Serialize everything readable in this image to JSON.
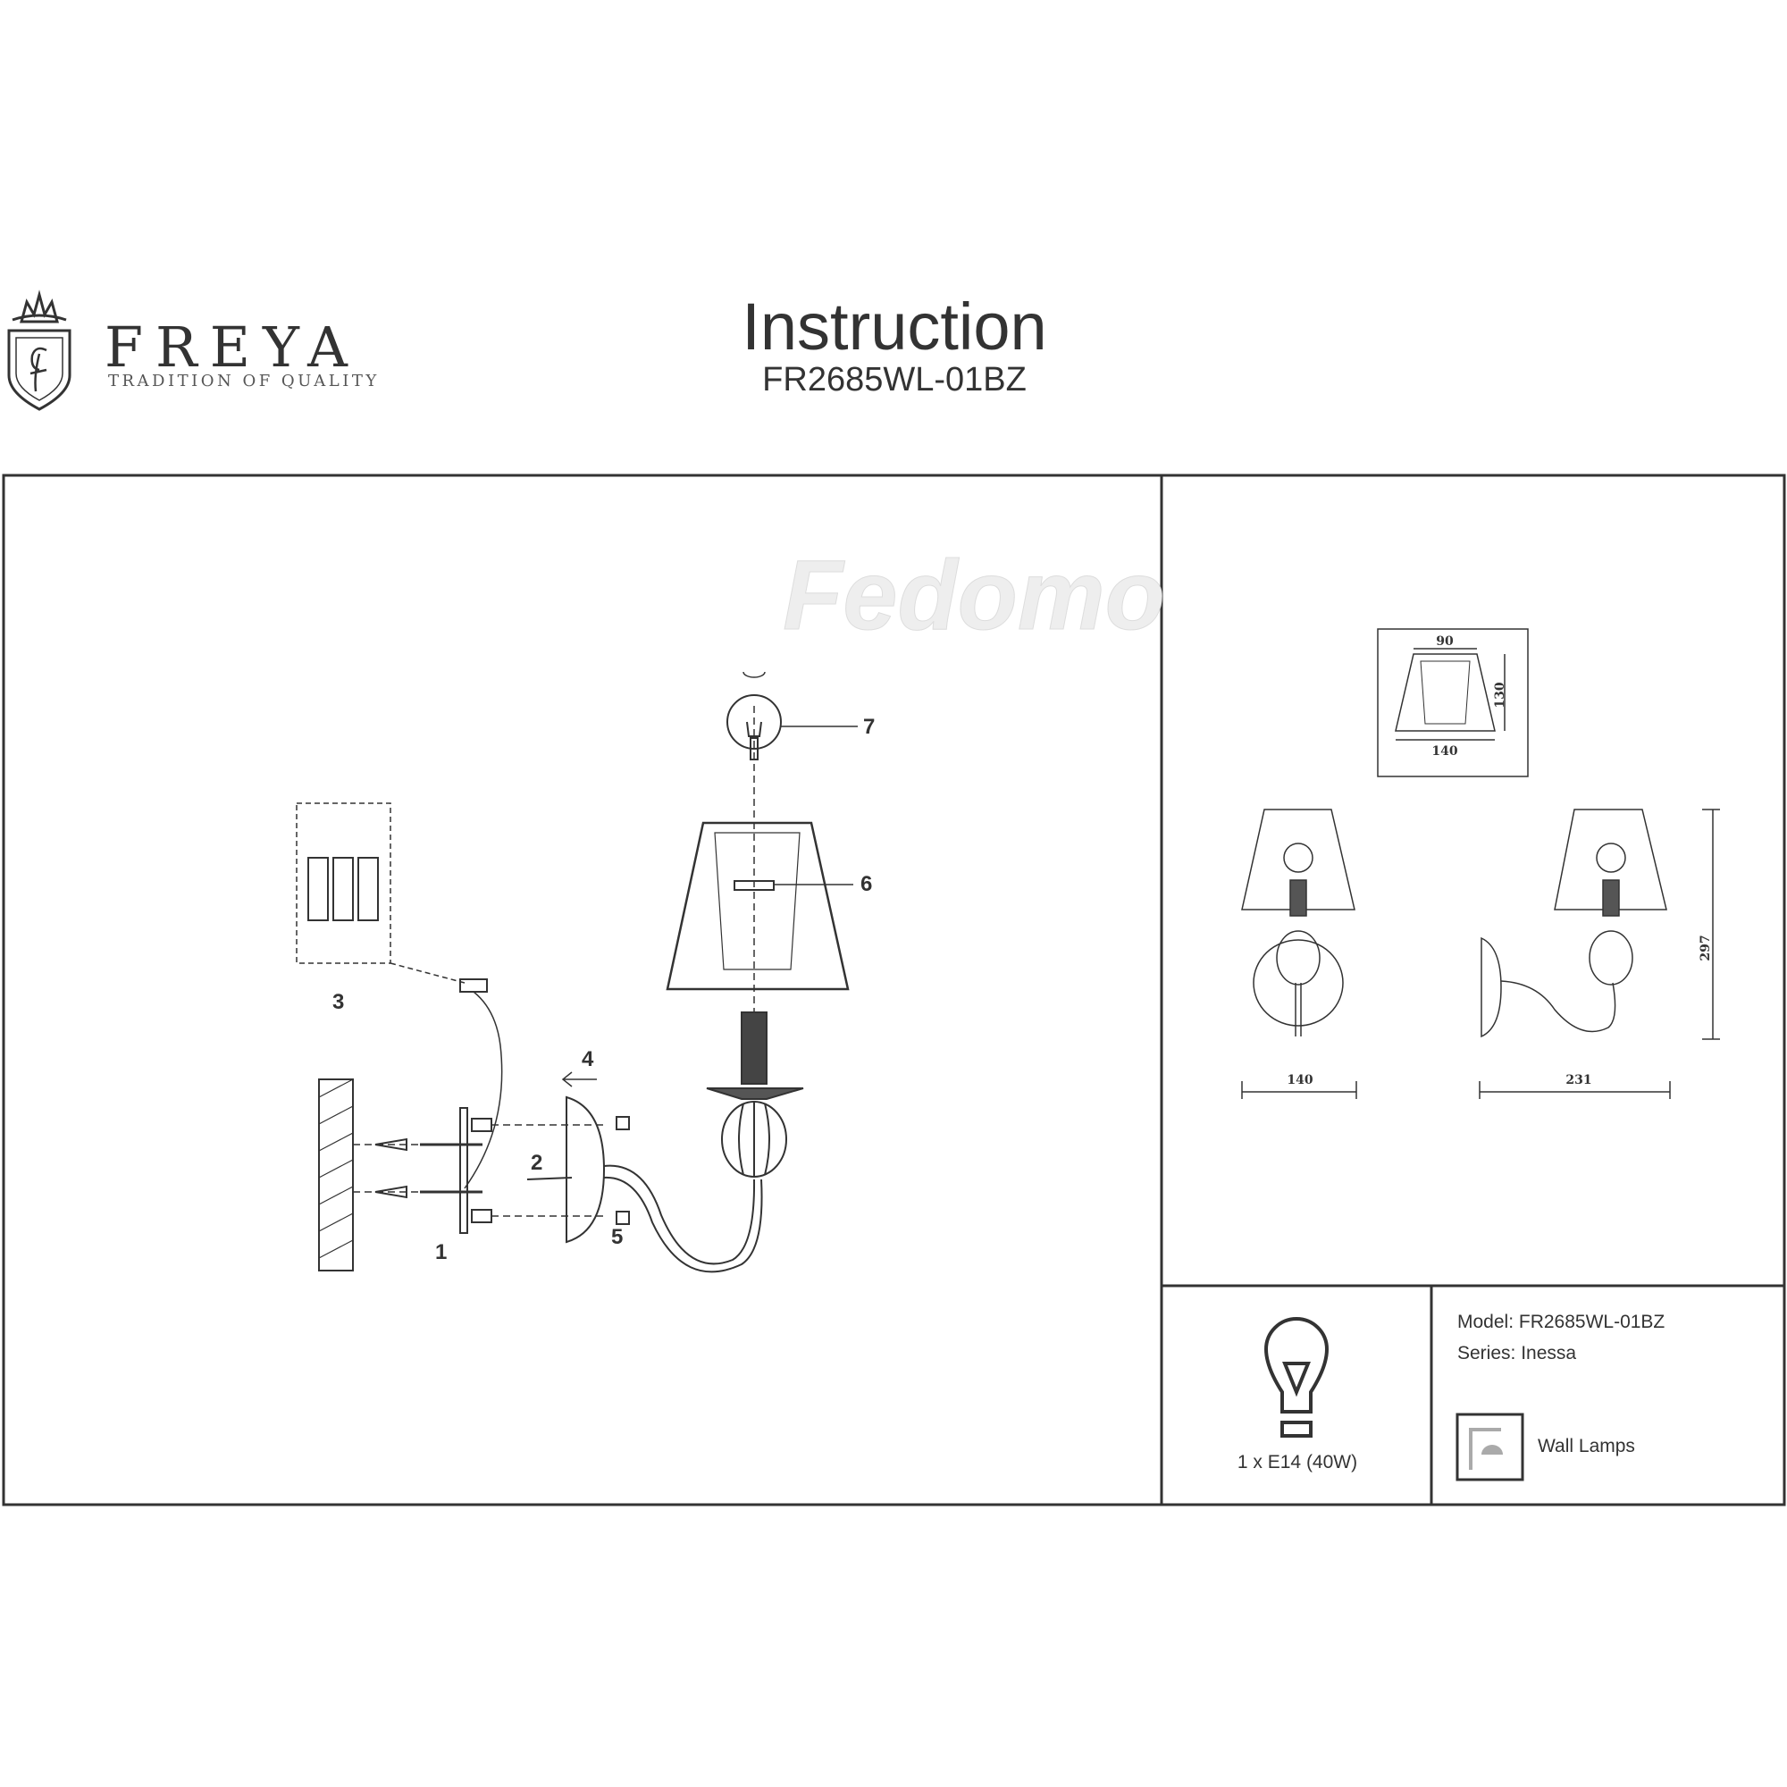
{
  "header": {
    "brand": "FREYA",
    "tagline": "TRADITION OF QUALITY",
    "logo_letter": "F",
    "title": "Instruction",
    "model_code": "FR2685WL-01BZ"
  },
  "diagram": {
    "callouts": [
      "1",
      "2",
      "3",
      "4",
      "5",
      "6",
      "7"
    ],
    "watermark": "Fedomo"
  },
  "dimensions": {
    "shade_top": "90",
    "shade_height": "130",
    "shade_bottom": "140",
    "front_width": "140",
    "side_depth": "231",
    "total_height": "297"
  },
  "specs": {
    "bulb_label": "1 x E14 (40W)",
    "model_line": "Model: FR2685WL-01BZ",
    "series_line": "Series: Inessa",
    "category": "Wall Lamps"
  },
  "colors": {
    "line": "#333333",
    "icon_gray": "#aaaaaa"
  }
}
